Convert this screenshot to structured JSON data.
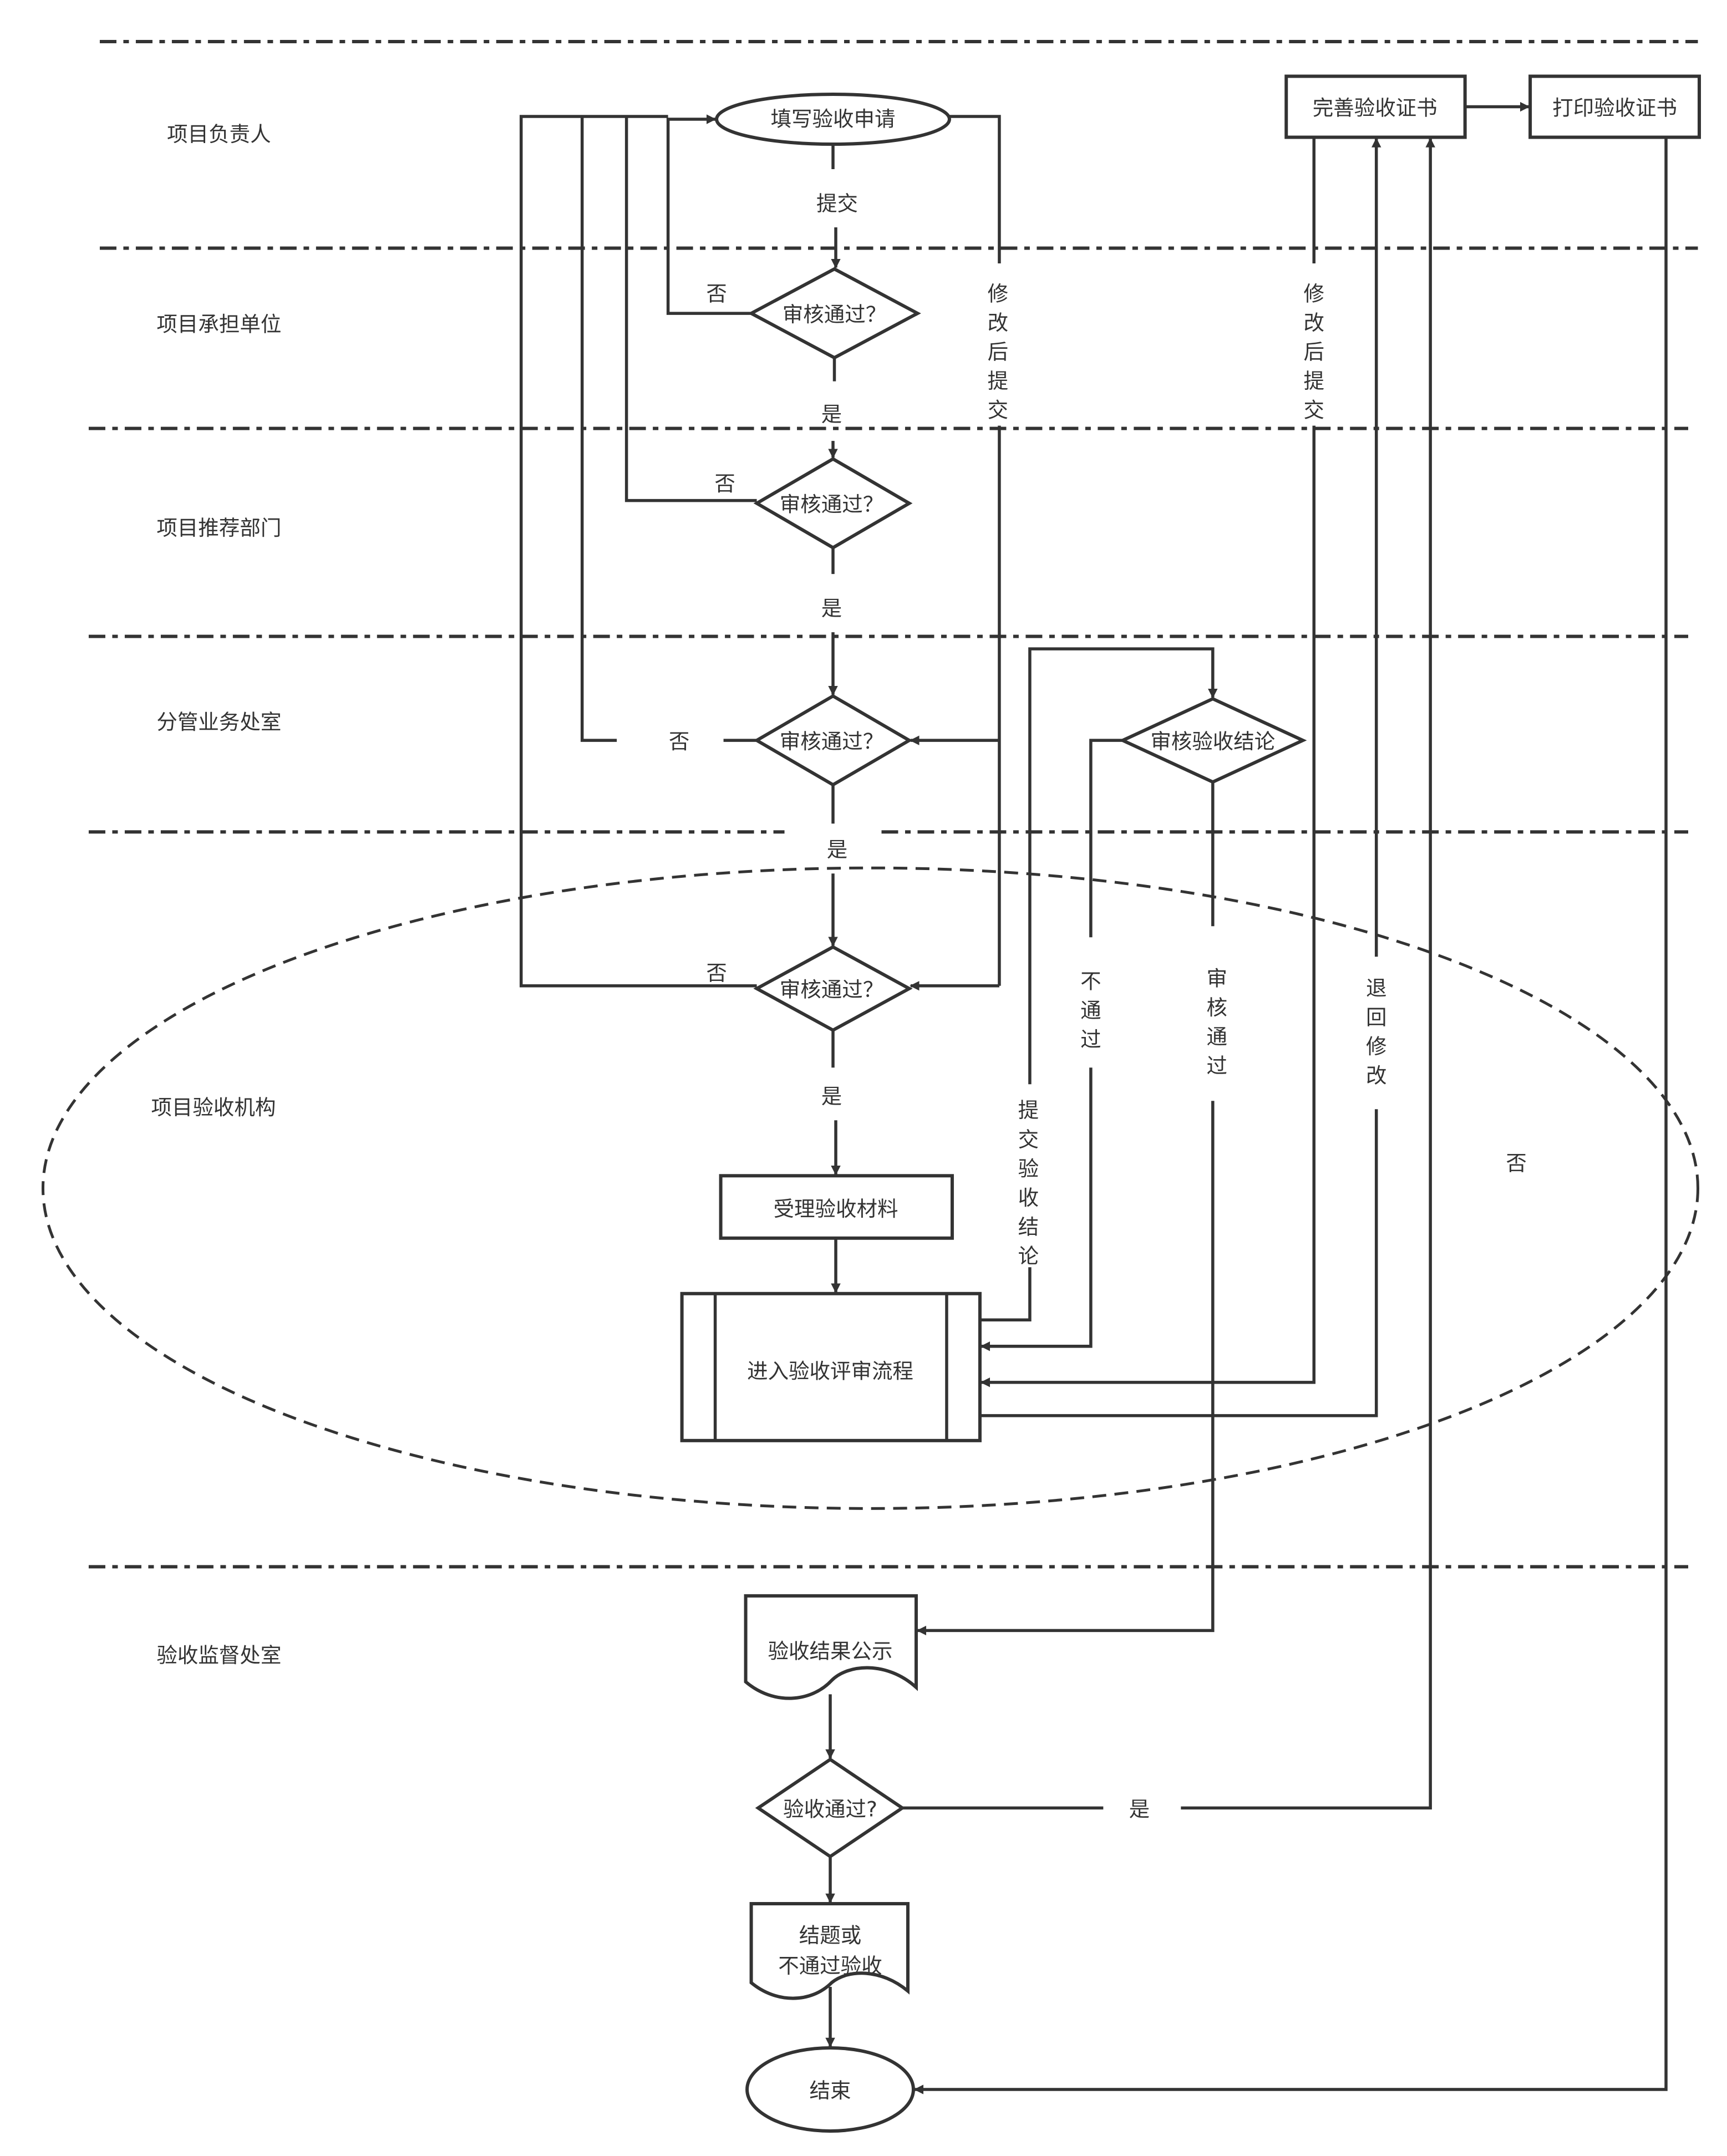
{
  "diagram": {
    "type": "swimlane-flowchart",
    "colors": {
      "stroke": "#333333",
      "background": "#ffffff"
    },
    "lanes": [
      {
        "id": "lane-1",
        "label": "项目负责人"
      },
      {
        "id": "lane-2",
        "label": "项目承担单位"
      },
      {
        "id": "lane-3",
        "label": "项目推荐部门"
      },
      {
        "id": "lane-4",
        "label": "分管业务处室"
      },
      {
        "id": "lane-5",
        "label": "项目验收机构"
      },
      {
        "id": "lane-6",
        "label": "验收监督处室"
      }
    ],
    "nodes": {
      "start": {
        "shape": "ellipse",
        "label": "填写验收申请"
      },
      "review1": {
        "shape": "diamond",
        "label": "审核通过？"
      },
      "review2": {
        "shape": "diamond",
        "label": "审核通过？"
      },
      "review3": {
        "shape": "diamond",
        "label": "审核通过？"
      },
      "review4": {
        "shape": "diamond",
        "label": "审核通过？"
      },
      "accept": {
        "shape": "rect",
        "label": "受理验收材料"
      },
      "evaluate": {
        "shape": "subprocess",
        "label": "进入验收评审流程"
      },
      "conclusion": {
        "shape": "diamond",
        "label": "审核验收结论"
      },
      "improve_cert": {
        "shape": "rect",
        "label": "完善验收证书"
      },
      "print_cert": {
        "shape": "rect",
        "label": "打印验收证书"
      },
      "publicity": {
        "shape": "document",
        "label": "验收结果公示"
      },
      "passed": {
        "shape": "diamond",
        "label": "验收通过?"
      },
      "close": {
        "shape": "document",
        "label_line1": "结题或",
        "label_line2": "不通过验收"
      },
      "end": {
        "shape": "ellipse",
        "label": "结束"
      }
    },
    "edge_labels": {
      "submit": "提交",
      "no": "否",
      "yes": "是",
      "resubmit_1": [
        "修",
        "改",
        "后",
        "提",
        "交"
      ],
      "resubmit_2": [
        "修",
        "改",
        "后",
        "提",
        "交"
      ],
      "submit_conclusion": [
        "提",
        "交",
        "验",
        "收",
        "结",
        "论"
      ],
      "not_pass": [
        "不",
        "通",
        "过"
      ],
      "review_pass": [
        "审",
        "核",
        "通",
        "过"
      ],
      "return_modify": [
        "退",
        "回",
        "修",
        "改"
      ]
    }
  }
}
